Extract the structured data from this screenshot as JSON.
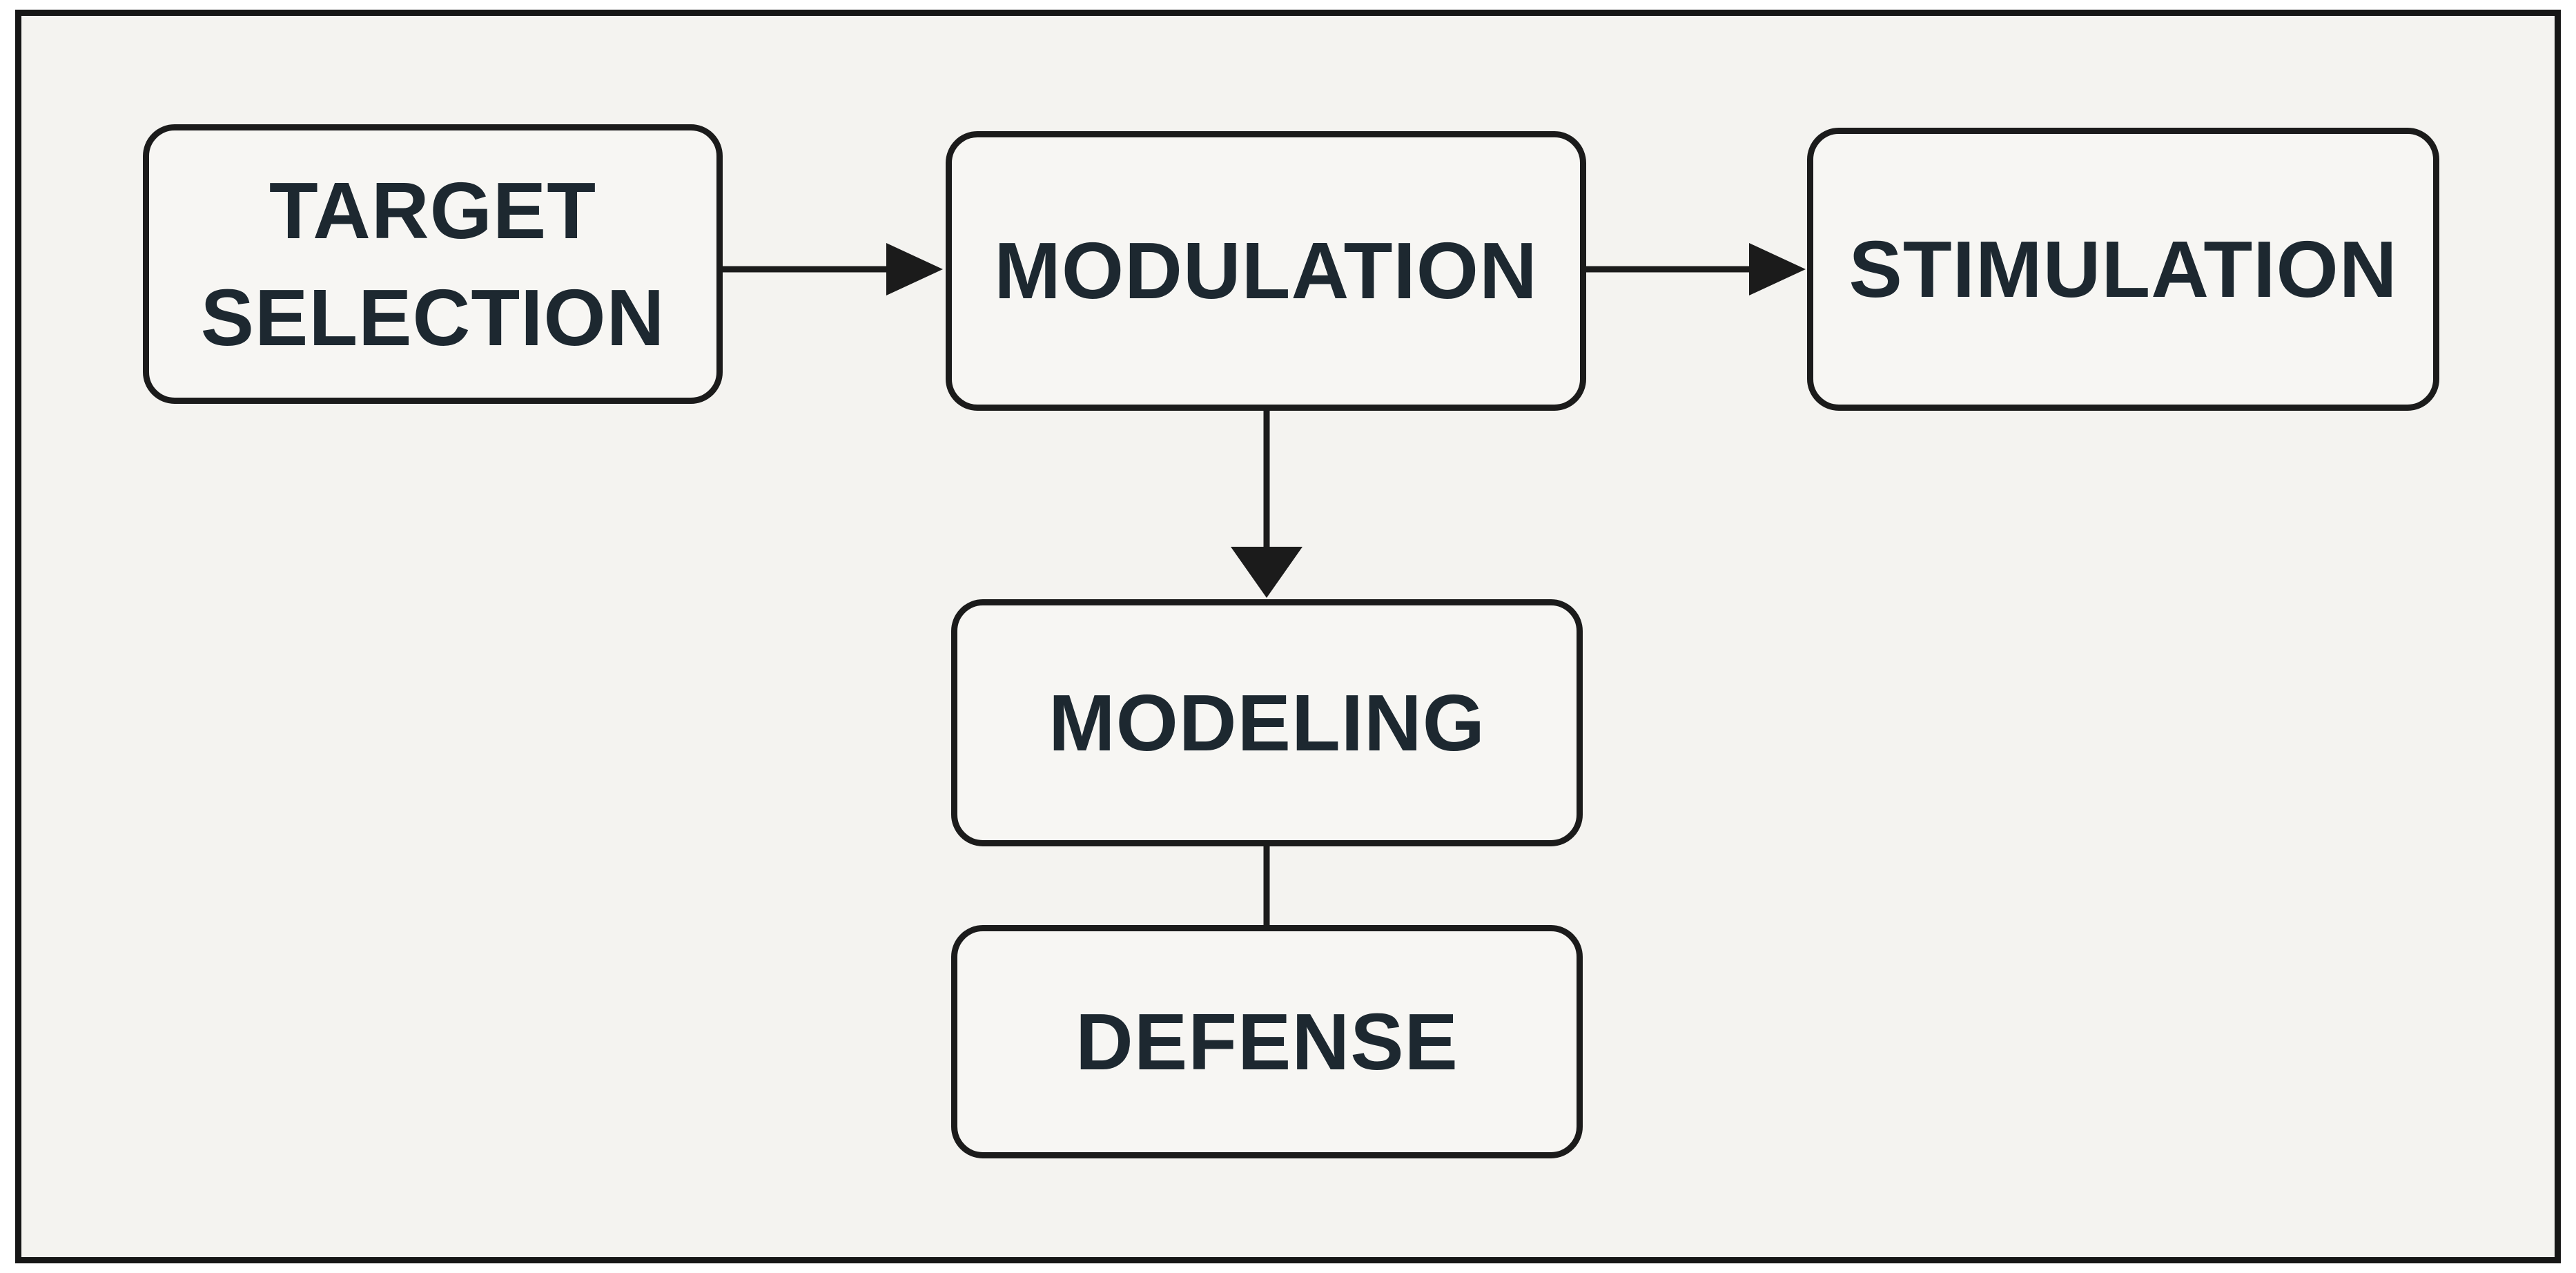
{
  "diagram": {
    "type": "flowchart",
    "colors": {
      "background": "#f4f3f0",
      "node_fill": "#f7f6f3",
      "node_border": "#1b1b1b",
      "outer_frame": "#161616",
      "text": "#1d2830"
    },
    "nodes": [
      {
        "id": "target-selection",
        "label": "TARGET SELECTION"
      },
      {
        "id": "modulation",
        "label": "MODULATION"
      },
      {
        "id": "stimulation",
        "label": "STIMULATION"
      },
      {
        "id": "modeling",
        "label": "MODELING"
      },
      {
        "id": "defense",
        "label": "DEFENSE"
      }
    ],
    "edges": [
      {
        "from": "target-selection",
        "to": "modulation",
        "type": "arrow",
        "direction": "right"
      },
      {
        "from": "modulation",
        "to": "stimulation",
        "type": "arrow",
        "direction": "right"
      },
      {
        "from": "modulation",
        "to": "modeling",
        "type": "arrow",
        "direction": "down"
      },
      {
        "from": "modeling",
        "to": "defense",
        "type": "line",
        "direction": "down"
      }
    ]
  }
}
